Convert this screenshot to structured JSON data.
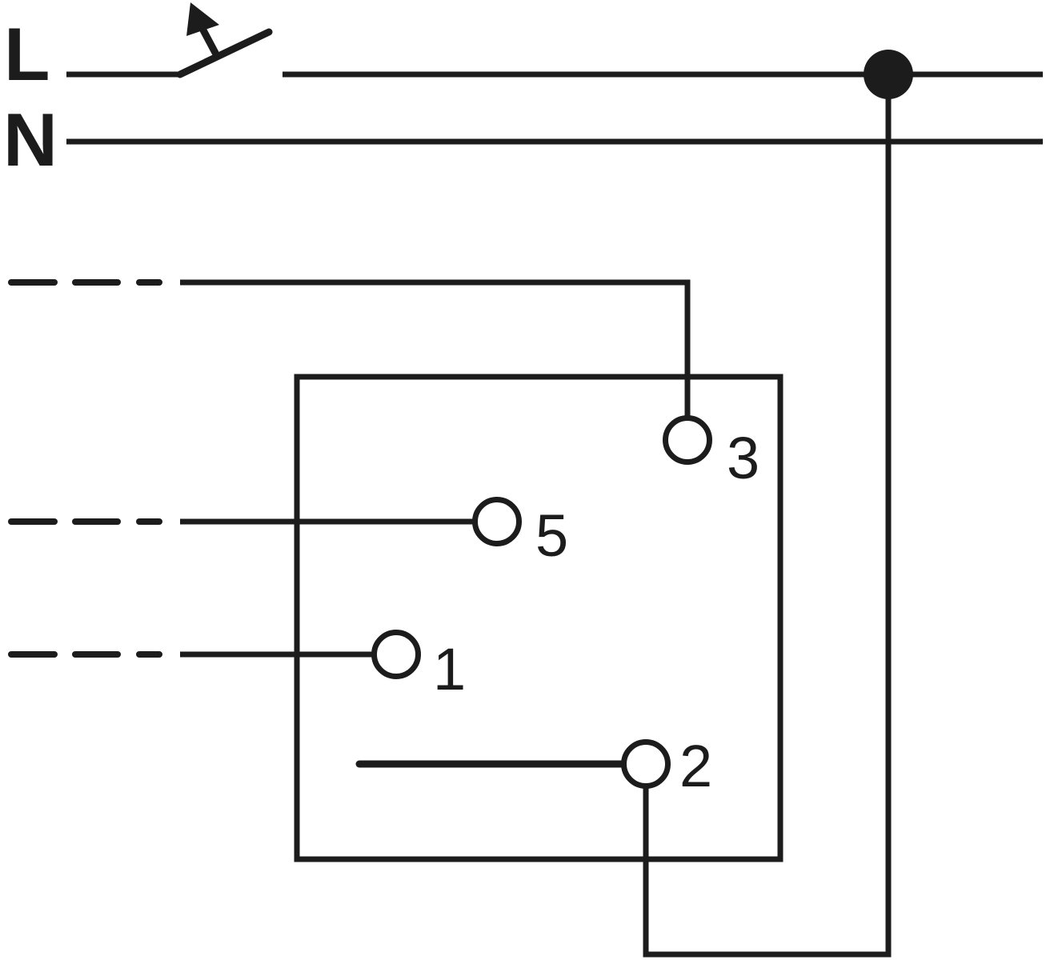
{
  "diagram": {
    "kind": "electrical-wiring-diagram",
    "background_color": "#ffffff",
    "stroke_color": "#1c1c1c",
    "conductors": {
      "line_label": "L",
      "neutral_label": "N"
    },
    "icons": {
      "switch": "switch-with-actuator-arrow-icon",
      "junction": "junction-dot-icon",
      "terminal": "terminal-circle-icon"
    },
    "terminals": [
      {
        "number": "3"
      },
      {
        "number": "5"
      },
      {
        "number": "1"
      },
      {
        "number": "2"
      }
    ]
  }
}
